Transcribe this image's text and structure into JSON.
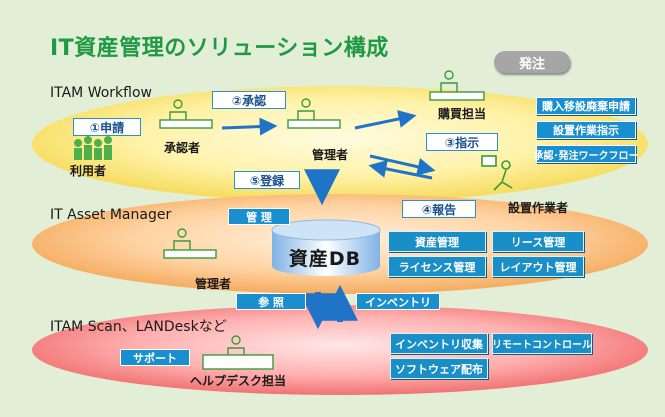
{
  "title": "IT資産管理のソリューション構成",
  "order_badge": "発注",
  "layers": [
    "ITAM Workflow",
    "IT Asset Manager",
    "ITAM Scan、LANDeskなど"
  ],
  "steps": {
    "request": "①申請",
    "approval": "②承認",
    "instruction": "③指示",
    "register": "⑤登録",
    "report": "④報告"
  },
  "actors": {
    "users": "利用者",
    "approver": "承認者",
    "manager_top": "管理者",
    "purchaser": "購買担当",
    "installer": "設置作業者",
    "manager_middle": "管理者",
    "helpdesk": "ヘルプデスク担当"
  },
  "workflow_boxes": [
    "購入移設廃棄申請",
    "設置作業指示",
    "承認･発注ワークフロー"
  ],
  "manage_label": "管 理",
  "db_label": "資産DB",
  "asset_boxes": [
    "資産管理",
    "リース管理",
    "ライセンス管理",
    "レイアウト管理"
  ],
  "reference_label": "参 照",
  "inventory_label": "インベントリ",
  "scan_boxes": [
    "インベントリ収集",
    "リモートコントロール",
    "ソフトウェア配布"
  ],
  "support_label": "サポート",
  "colors": {
    "title": "#1f9a42",
    "background": "#e3eed7",
    "workflow_layer": "#f3d64a",
    "asset_layer": "#f2a24f",
    "scan_layer": "#ee6464",
    "accent_blue": "#1a8fd0"
  }
}
